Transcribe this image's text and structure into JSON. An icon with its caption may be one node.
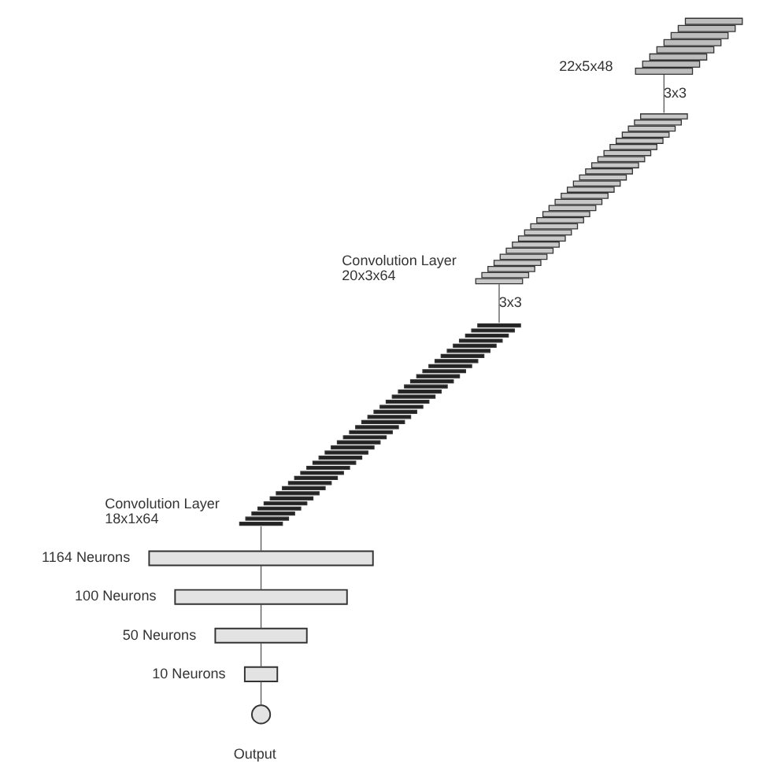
{
  "diagram": {
    "nodes": [
      {
        "text": [],
        "shape": "stack",
        "beside": [
          "22x5x48"
        ]
      },
      {
        "text": [],
        "shape": "stack",
        "beside": [
          "Convolution Layer 20x3x64"
        ]
      },
      {
        "text": [],
        "shape": "stack",
        "beside": [
          "Convolution Layer 18x1x64"
        ]
      },
      {
        "text": [],
        "shape": "bar",
        "beside": [
          "1164 Neurons"
        ]
      },
      {
        "text": [],
        "shape": "bar",
        "beside": [
          "100 Neurons"
        ]
      },
      {
        "text": [],
        "shape": "bar",
        "beside": [
          "50 Neurons"
        ]
      },
      {
        "text": [],
        "shape": "bar",
        "beside": [
          "10 Neurons"
        ]
      },
      {
        "text": [],
        "shape": "circle",
        "beside": [
          "Output"
        ]
      }
    ],
    "edges": [
      {
        "from": 0,
        "to": 1,
        "arrow": "none",
        "label": "3x3"
      },
      {
        "from": 1,
        "to": 2,
        "arrow": "none",
        "label": "3x3"
      },
      {
        "from": 2,
        "to": 3,
        "arrow": "none"
      },
      {
        "from": 3,
        "to": 4,
        "arrow": "none"
      },
      {
        "from": 4,
        "to": 5,
        "arrow": "none"
      },
      {
        "from": 5,
        "to": 6,
        "arrow": "none"
      },
      {
        "from": 6,
        "to": 7,
        "arrow": "none"
      }
    ]
  }
}
